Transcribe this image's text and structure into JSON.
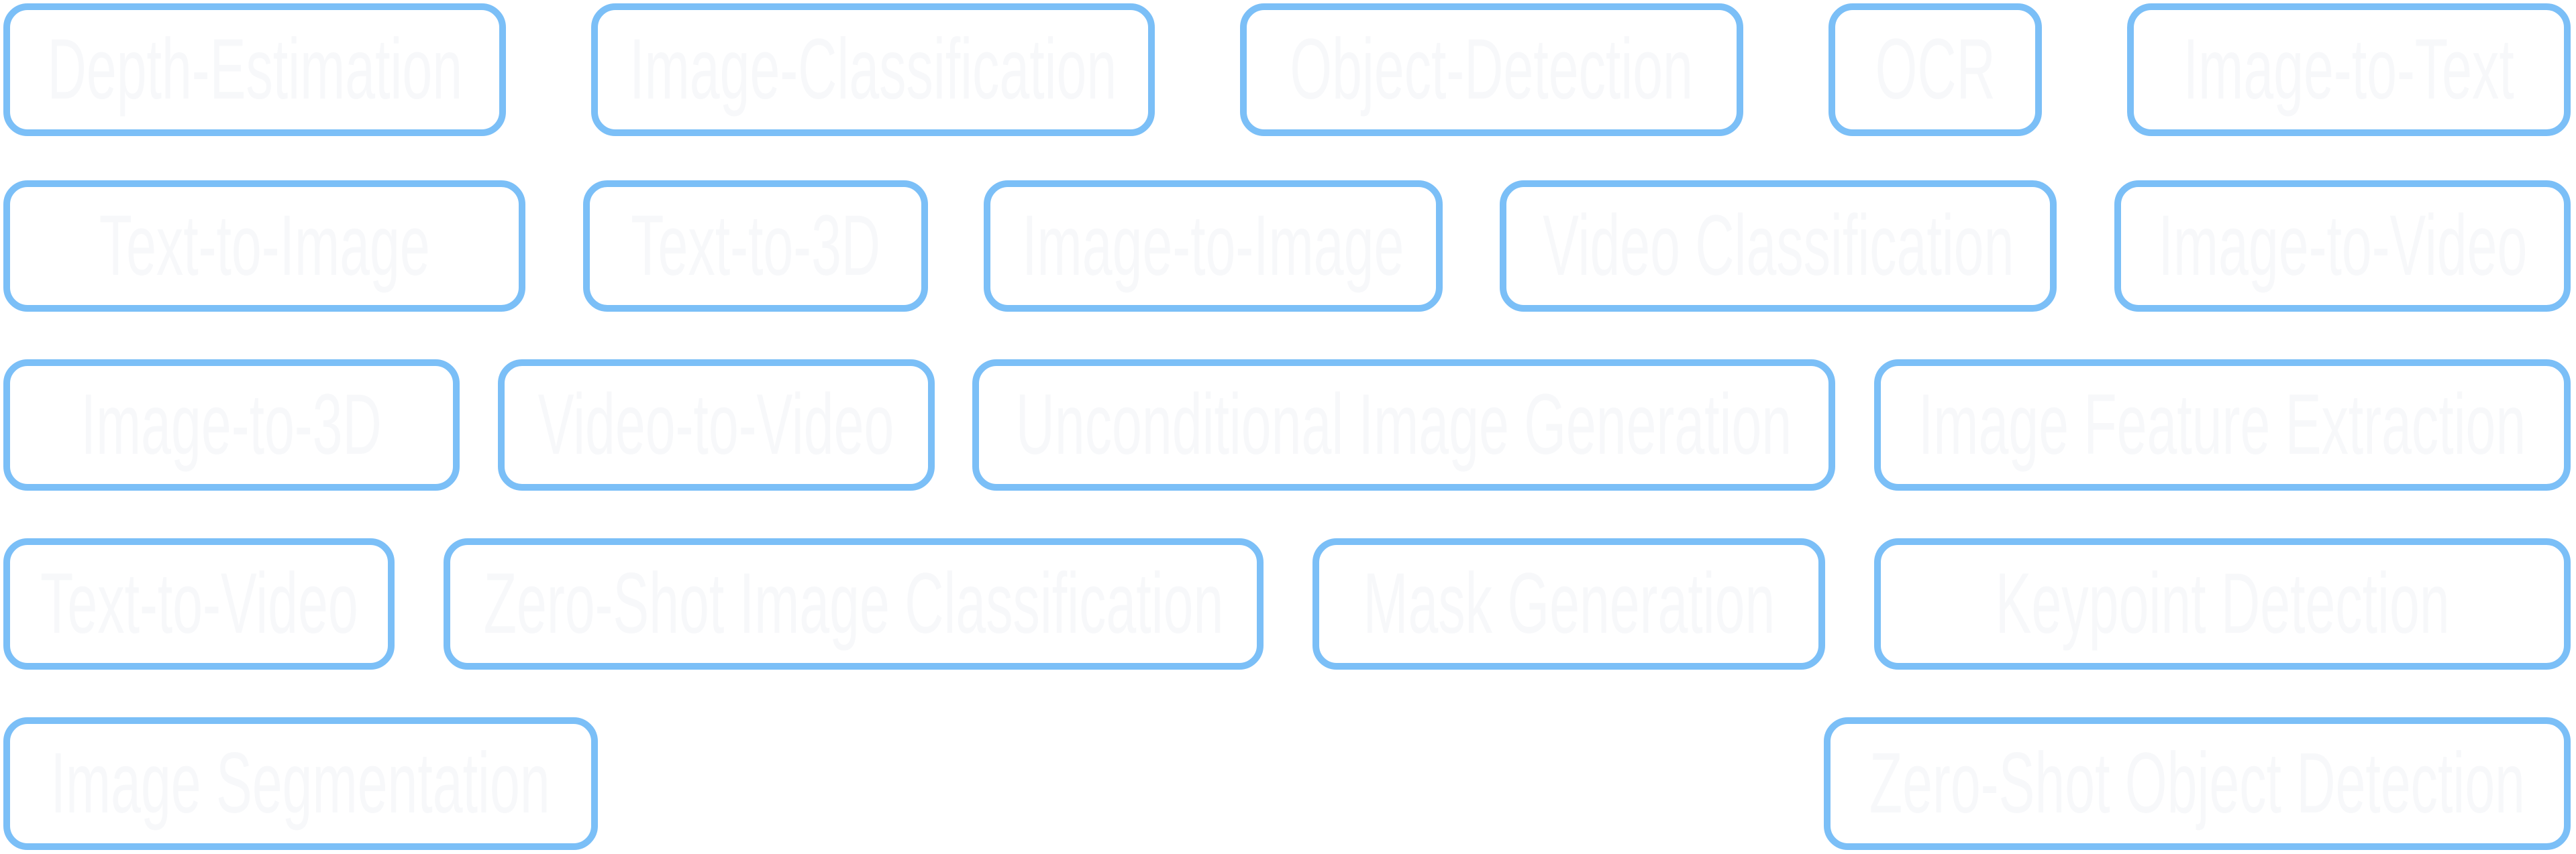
{
  "colors": {
    "border": "#7bbff7",
    "text": "#f7f8fa",
    "background": "#ffffff"
  },
  "rows": [
    [
      "Depth-Estimation",
      "Image-Classification",
      "Object-Detection",
      "OCR",
      "Image-to-Text"
    ],
    [
      "Text-to-Image",
      "Text-to-3D",
      "Image-to-Image",
      "Video Classification",
      "Image-to-Video"
    ],
    [
      "Image-to-3D",
      "Video-to-Video",
      "Unconditional Image Generation",
      "Image Feature Extraction"
    ],
    [
      "Text-to-Video",
      "Zero-Shot Image Classification",
      "Mask Generation",
      "Keypoint Detection"
    ],
    [
      "Image Segmentation",
      "Zero-Shot Object Detection"
    ]
  ]
}
